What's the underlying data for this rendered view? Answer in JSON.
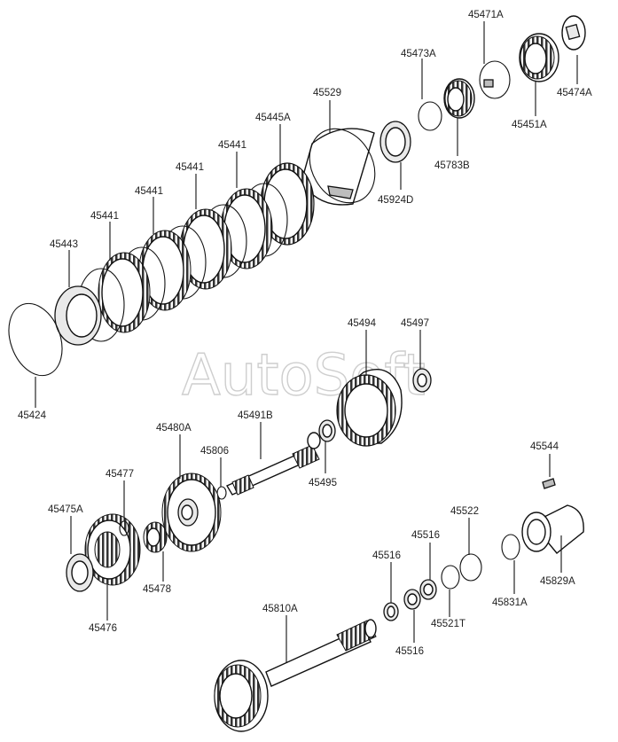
{
  "watermark": "AutoSoft",
  "parts": [
    {
      "id": "p45471A",
      "label": "45471A"
    },
    {
      "id": "p45473A",
      "label": "45473A"
    },
    {
      "id": "p45474A",
      "label": "45474A"
    },
    {
      "id": "p45451A",
      "label": "45451A"
    },
    {
      "id": "p45529",
      "label": "45529"
    },
    {
      "id": "p45783B",
      "label": "45783B"
    },
    {
      "id": "p45445A",
      "label": "45445A"
    },
    {
      "id": "p45924D",
      "label": "45924D"
    },
    {
      "id": "p45441a",
      "label": "45441"
    },
    {
      "id": "p45441b",
      "label": "45441"
    },
    {
      "id": "p45441c",
      "label": "45441"
    },
    {
      "id": "p45441d",
      "label": "45441"
    },
    {
      "id": "p45443",
      "label": "45443"
    },
    {
      "id": "p45424",
      "label": "45424"
    },
    {
      "id": "p45494",
      "label": "45494"
    },
    {
      "id": "p45497",
      "label": "45497"
    },
    {
      "id": "p45491B",
      "label": "45491B"
    },
    {
      "id": "p45480A",
      "label": "45480A"
    },
    {
      "id": "p45806",
      "label": "45806"
    },
    {
      "id": "p45495",
      "label": "45495"
    },
    {
      "id": "p45477",
      "label": "45477"
    },
    {
      "id": "p45475A",
      "label": "45475A"
    },
    {
      "id": "p45478",
      "label": "45478"
    },
    {
      "id": "p45476",
      "label": "45476"
    },
    {
      "id": "p45544",
      "label": "45544"
    },
    {
      "id": "p45522",
      "label": "45522"
    },
    {
      "id": "p45516a",
      "label": "45516"
    },
    {
      "id": "p45516b",
      "label": "45516"
    },
    {
      "id": "p45516c",
      "label": "45516"
    },
    {
      "id": "p45829A",
      "label": "45829A"
    },
    {
      "id": "p45831A",
      "label": "45831A"
    },
    {
      "id": "p45521T",
      "label": "45521T"
    },
    {
      "id": "p45810A",
      "label": "45810A"
    }
  ]
}
